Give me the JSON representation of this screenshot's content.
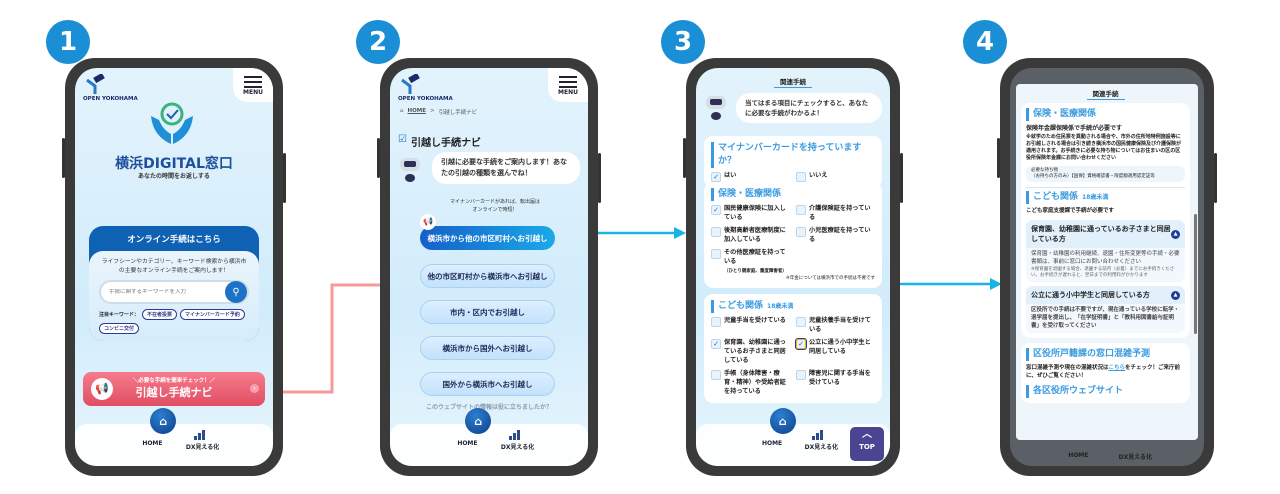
{
  "steps": [
    "1",
    "2",
    "3",
    "4"
  ],
  "common": {
    "menu_label": "MENU",
    "home_label": "HOME",
    "dx_label": "DX見える化",
    "brand": "OPEN YOKOHAMA"
  },
  "phone1": {
    "title": "横浜DIGITAL窓口",
    "tagline": "あなたの時間をお返しする",
    "online_header": "オンライン手続はこちら",
    "online_desc": "ライフシーンやカテゴリー、キーワード検索から横浜市の主要なオンライン手続をご案内します！",
    "search_placeholder": "手続に関するキーワードを入力",
    "keywords_label": "注目キーワード：",
    "keywords": [
      "不在者投票",
      "マイナンバーカード予約",
      "コンビニ交付"
    ],
    "banner_small": "＼必要な手続を簡単チェック！／",
    "banner_main": "引越し手続ナビ"
  },
  "phone2": {
    "breadcrumb_home": "HOME",
    "breadcrumb_sep": ">",
    "breadcrumb_current": "引越し手続ナビ",
    "title": "引越し手続ナビ",
    "bubble": "引越に必要な手続をご案内します！あなたの引越の種類を選んでね！",
    "note": "マイナンバーカードがあれば、転出届はオンラインで時短！",
    "options": [
      "横浜市から他の市区町村へお引越し",
      "他の市区町村から横浜市へお引越し",
      "市内・区内でお引越し",
      "横浜市から国外へお引越し",
      "国外から横浜市へお引越し"
    ],
    "feedback": "このウェブサイトの情報は役に立ちましたか？"
  },
  "phone3": {
    "tab": "関連手続",
    "bubble": "当てはまる項目にチェックすると、あなたに必要な手続がわかるよ！",
    "q1": {
      "title": "マイナンバーカードを持っていますか？",
      "options": [
        {
          "label": "はい",
          "checked": true
        },
        {
          "label": "いいえ",
          "checked": false
        }
      ]
    },
    "q2": {
      "title": "保険・医療関係",
      "options": [
        {
          "label": "国民健康保険に加入している",
          "checked": true
        },
        {
          "label": "介護保険証を持っている",
          "checked": false
        },
        {
          "label": "後期高齢者医療制度に加入している",
          "checked": false
        },
        {
          "label": "小児医療証を持っている",
          "checked": false
        },
        {
          "label": "その他医療証を持っている",
          "checked": false
        }
      ],
      "sub": "（ひとり親家庭、重度障害者）",
      "footnote": "※年金については横浜市での手続は不要です"
    },
    "q3": {
      "title": "こども関係",
      "badge": "18歳未満",
      "options": [
        {
          "label": "児童手当を受けている",
          "checked": false
        },
        {
          "label": "児童扶養手当を受けている",
          "checked": false
        },
        {
          "label": "保育園、幼稚園に通っているお子さまと同居している",
          "checked": true
        },
        {
          "label": "公立に通う小中学生と同居している",
          "checked": true
        },
        {
          "label": "手帳（身体障害・療育・精神）や受給者証を持っている",
          "checked": false
        },
        {
          "label": "障害児に関する手当を受けている",
          "checked": false
        }
      ]
    },
    "top_label": "TOP"
  },
  "phone4": {
    "tab": "関連手続",
    "s1": {
      "title": "保険・医療関係",
      "lead": "保険年金課保険係で手続が必要です",
      "body": "※就学のため住民票を異動される場合や、市外の住所地特例施設等にお引越しされる場合は引き続き横浜市の国民健康保険及び介護保険が適用されます。お手続きに必要な持ち物についてはお住まいの区の区役所保険年金課にお問い合わせください",
      "items_label": "必要な持ち物",
      "item": "（お持ちの方のみ）【国保】資格確認書・限度額適用認定証等"
    },
    "s2": {
      "title": "こども関係",
      "badge": "18歳未満",
      "lead": "こども家庭支援課で手続が必要です",
      "acc1_title": "保育園、幼稚園に通っているお子さまと同居している方",
      "acc1_body": "保育園・幼稚園の利用継続、退園・住所変更等の手続・必要書類は、事前に窓口にお問い合わせください",
      "acc1_note": "※保育園を退園する場合、退園する前月（必着）までにお手続きください。お手続きが遅れると、翌日までの利用料がかかります",
      "acc2_title": "公立に通う小中学生と同居している方",
      "acc2_body": "区役所での手続は不要ですが、現在通っている学校に転学・退学届を提出し、「在学証明書」と「教科用図書給与証明書」を受け取ってください"
    },
    "s3": {
      "title": "区役所戸籍課の窓口混雑予測",
      "body_pre": "窓口混雑予測や現在の混雑状況は",
      "link": "こちら",
      "body_post": "をチェック！ご来庁前に、ぜひご覧ください！"
    },
    "s4": {
      "title": "各区役所ウェブサイト"
    }
  },
  "colors": {
    "step": "#1b8fd6",
    "pink_arrow": "#f59a9a",
    "blue_arrow": "#19b4e6",
    "banner": "#ee5e72",
    "primary": "#1a7fd6"
  }
}
